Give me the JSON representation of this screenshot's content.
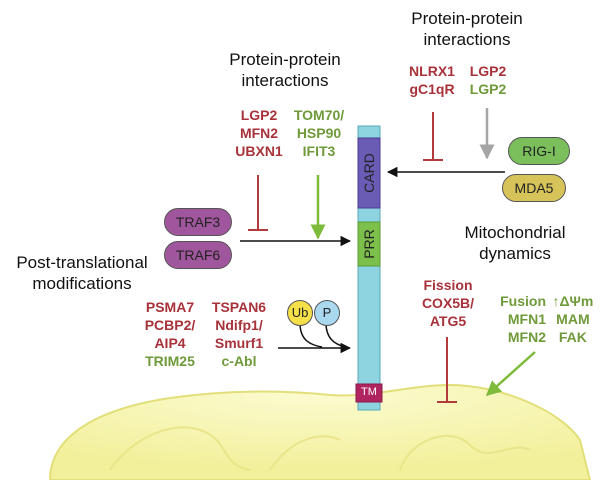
{
  "colors": {
    "red_text": "#a8323a",
    "green_text": "#6f9a3a",
    "mav_shaft": "#8ed3e0",
    "card_domain": "#6a5bb5",
    "prr_domain": "#7cc04b",
    "tm_domain": "#b0245f",
    "traf_pill": "#a0569c",
    "rigi_pill": "#7bbf5c",
    "mda5_pill": "#d6c35a",
    "ub_circle": "#f5e04a",
    "p_circle": "#a9d8ef",
    "mito_fill": "#f3f2a6",
    "mito_stroke": "#e5e37c",
    "inhibit": "#b23a3a",
    "activate_green": "#7fbb3b",
    "activate_gray": "#a5a5a5"
  },
  "protein": {
    "card_label": "CARD",
    "prr_label": "PRR",
    "tm_label": "TM"
  },
  "ppi_left": {
    "heading_line1": "Protein-protein",
    "heading_line2": "interactions",
    "inhibitors": [
      "LGP2",
      "MFN2",
      "UBXN1"
    ],
    "activators": [
      "TOM70/",
      "HSP90",
      "IFIT3"
    ]
  },
  "ppi_right": {
    "heading_line1": "Protein-protein",
    "heading_line2": "interactions",
    "inhibitors": [
      "NLRX1",
      "gC1qR"
    ],
    "lgp2_inhibit": "LGP2",
    "lgp2_activate": "LGP2",
    "rigi": "RIG-I",
    "mda5": "MDA5"
  },
  "traf": {
    "traf3": "TRAF3",
    "traf6": "TRAF6"
  },
  "ptm": {
    "heading_line1": "Post-translational",
    "heading_line2": "modifications",
    "col1_red": [
      "PSMA7",
      "PCBP2/",
      "AIP4"
    ],
    "col1_green": "TRIM25",
    "col2_red": [
      "TSPAN6",
      "Ndifp1/",
      "Smurf1"
    ],
    "col2_green": "c-Abl",
    "ub": "Ub",
    "p": "P"
  },
  "mito": {
    "heading_line1": "Mitochondrial",
    "heading_line2": "dynamics",
    "inhibitors": [
      "Fission",
      "COX5B/",
      "ATG5"
    ],
    "activators_row1": [
      "Fusion",
      "↑ΔΨm"
    ],
    "activators_row2": [
      "MFN1",
      "MAM"
    ],
    "activators_row3": [
      "MFN2",
      "FAK"
    ]
  }
}
